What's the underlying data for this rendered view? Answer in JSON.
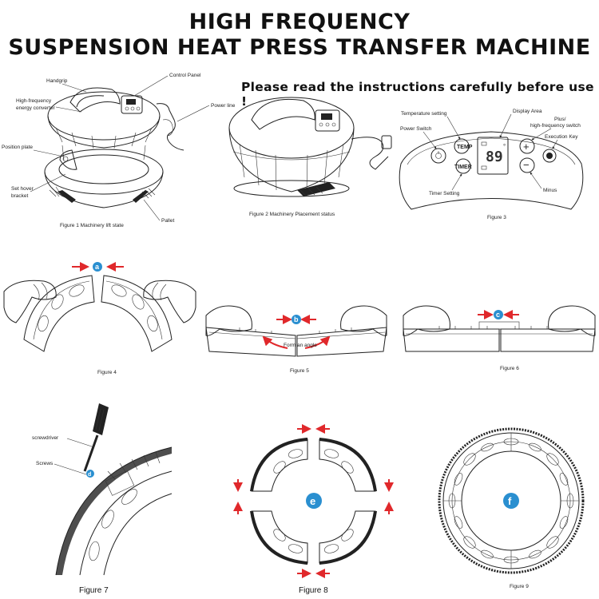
{
  "header": {
    "title_line1": "HIGH FREQUENCY",
    "title_line2": "SUSPENSION HEAT PRESS TRANSFER MACHINE",
    "notice": "Please read the instructions carefully before use !"
  },
  "figure1": {
    "labels": {
      "handgrip": "Handgrip",
      "control_panel": "Control Panel",
      "converter_1": "High-frequency",
      "converter_2": "energy converter",
      "power_line": "Power line",
      "position_plate": "Position plate",
      "hover_1": "Set hover",
      "hover_2": "bracket",
      "pallet": "Pallet"
    },
    "caption": "Figure 1    Machinery    lift    state"
  },
  "figure2": {
    "caption": "Figure 2    Machinery Placement status"
  },
  "figure3": {
    "labels": {
      "temperature": "Temperature    setting",
      "power_switch": "Power Switch",
      "display_area": "Display Area",
      "plus_1": "Plus/",
      "plus_2": "high-frequency switch",
      "execution": "Execution Key",
      "timer": "Timer Setting",
      "minus": "Minus"
    },
    "buttons": {
      "temp": "TEMP",
      "timer": "TIMER",
      "plus": "+",
      "minus": "−"
    },
    "display": {
      "digits": "89",
      "unit": "°"
    },
    "caption": "Figure 3"
  },
  "figure4": {
    "badge": "a",
    "caption": "Figure 4"
  },
  "figure5": {
    "badge": "b",
    "form": "Form an angle",
    "caption": "Figure 5"
  },
  "figure6": {
    "badge": "c",
    "caption": "Figure 6"
  },
  "figure7": {
    "badge": "d",
    "labels": {
      "screwdriver": "screwdriver",
      "screws": "Screws"
    },
    "caption": "Figure 7"
  },
  "figure8": {
    "badge": "e",
    "caption": "Figure 8"
  },
  "figure9": {
    "badge": "f",
    "caption": "Figure 9"
  },
  "colors": {
    "arrow": "#e0282b",
    "badge": "#2a8fd0",
    "line": "#222222"
  }
}
